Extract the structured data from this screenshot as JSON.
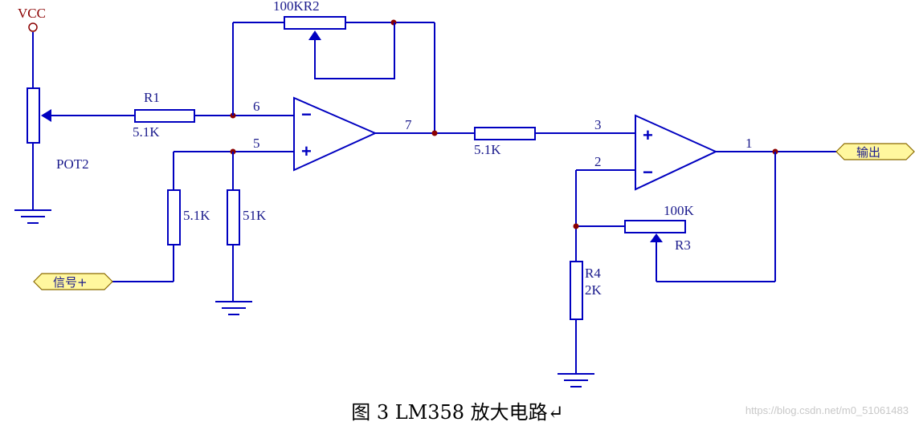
{
  "labels": {
    "vcc": "VCC",
    "pot2": "POT2",
    "r1_name": "R1",
    "r1_value": "5.1K",
    "r2_label": "100KR2",
    "pin6": "6",
    "pin5": "5",
    "pin7": "7",
    "pin3": "3",
    "pin2": "2",
    "pin1": "1",
    "res_a": "5.1K",
    "res_b": "51K",
    "series_res": "5.1K",
    "r3_value": "100K",
    "r3_name": "R3",
    "r4_name": "R4",
    "r4_value": "2K",
    "minus": "−",
    "plus": "+"
  },
  "ports": {
    "signal_in": "信号+",
    "output": "输出"
  },
  "caption": "图 3    LM358 放大电路↵",
  "watermark": "https://blog.csdn.net/m0_51061483",
  "colors": {
    "wire": "#0000c0",
    "junction": "#8b0000",
    "port_fill": "#fff79e"
  }
}
